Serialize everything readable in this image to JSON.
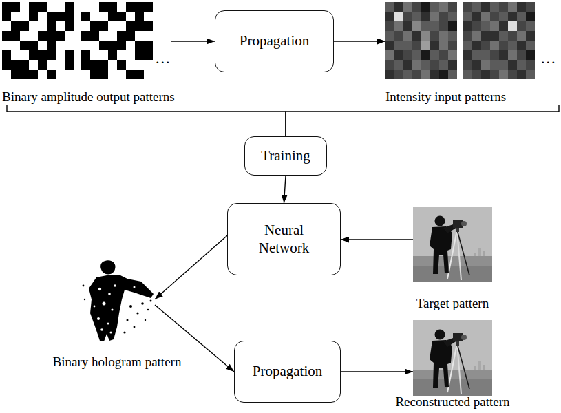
{
  "diagram": {
    "nodes": [
      {
        "text": [
          "Binary amplitude output patterns"
        ]
      },
      {
        "text": [
          "Propagation"
        ]
      },
      {
        "text": [
          "Intensity input patterns"
        ]
      },
      {
        "text": [
          "Training"
        ]
      },
      {
        "text": [
          "Neural Network"
        ]
      },
      {
        "text": [
          "Target pattern"
        ]
      },
      {
        "text": [
          "Binary hologram pattern"
        ]
      },
      {
        "text": [
          "Propagation"
        ]
      },
      {
        "text": [
          "Reconstructed pattern"
        ]
      }
    ],
    "edges": [
      {
        "from": 0,
        "to": 1,
        "arrow": "to"
      },
      {
        "from": 1,
        "to": 2,
        "arrow": "to"
      },
      {
        "from": 0,
        "to": 3,
        "arrow": "none"
      },
      {
        "from": 2,
        "to": 3,
        "arrow": "none"
      },
      {
        "from": 3,
        "to": 4,
        "arrow": "to"
      },
      {
        "from": 5,
        "to": 4,
        "arrow": "to"
      },
      {
        "from": 4,
        "to": 6,
        "arrow": "to"
      },
      {
        "from": 6,
        "to": 7,
        "arrow": "to"
      },
      {
        "from": 7,
        "to": 8,
        "arrow": "to"
      }
    ],
    "labels": [
      "...",
      "..."
    ]
  }
}
